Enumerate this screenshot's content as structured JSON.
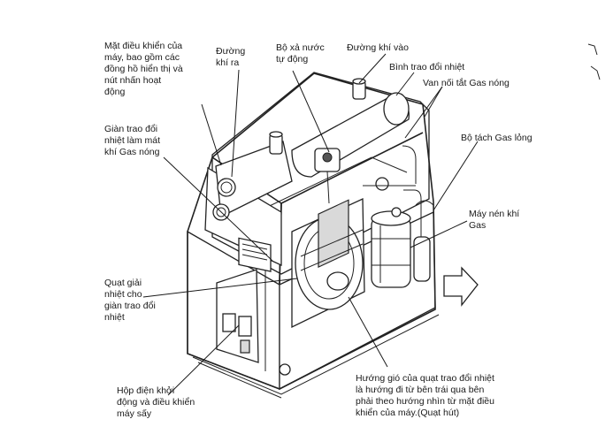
{
  "labels": {
    "control_panel": "Mặt điều khiển của\nmáy, bao gồm các\nđồng hồ hiển thị và\nnút nhấn hoạt\nđộng",
    "air_outlet": "Đường\nkhí ra",
    "auto_drain": "Bộ xả nước\ntự động",
    "air_inlet": "Đường khí vào",
    "heat_exchanger": "Bình trao đổi nhiệt",
    "hot_gas_valve": "Van nối tắt Gas nóng",
    "condenser": "Giàn trao đổi\nnhiệt làm mát\nkhí Gas nóng",
    "liquid_separator": "Bộ tách Gas lỏng",
    "compressor": "Máy nén khí\nGas",
    "fan": "Quạt giải\nnhiệt cho\ngiàn trao đổi\nnhiệt",
    "electrical_box": "Hộp điện khởi\nđộng và điều khiển\nmáy sấy",
    "airflow_note": "Hướng gió của quạt trao đổi nhiệt\nlà hướng đi từ bên trái qua bên\nphải theo hướng nhìn từ mặt điều\nkhiển của máy.(Quạt hút)"
  }
}
